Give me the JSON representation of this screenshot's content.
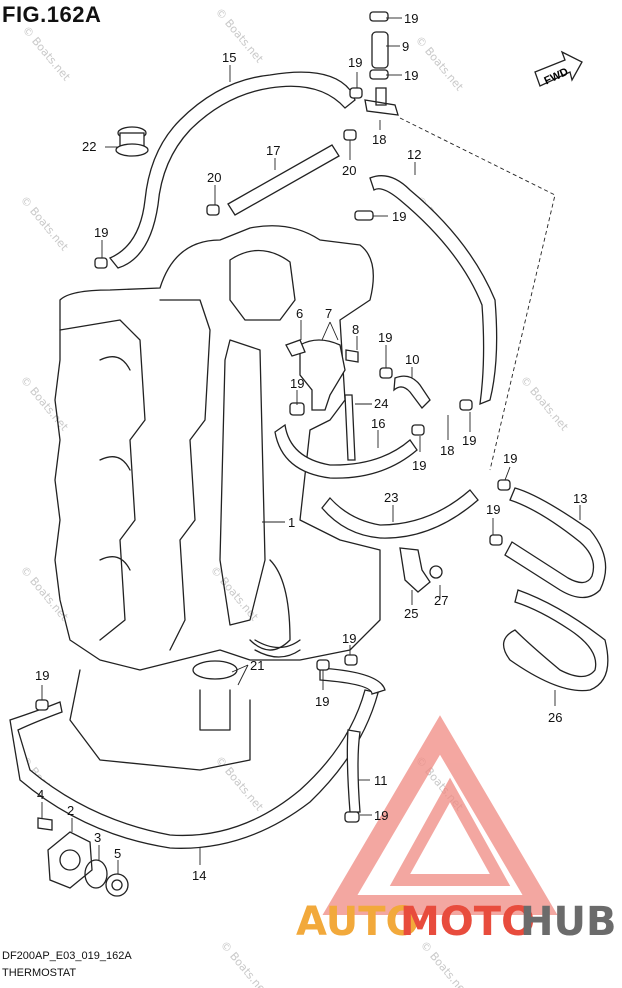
{
  "figure": {
    "title": "FIG.162A",
    "code": "DF200AP_E03_019_162A",
    "name": "THERMOSTAT",
    "direction_label": "FWD"
  },
  "watermark": {
    "text": "© Boats.net"
  },
  "brand": {
    "part1": "AUTO",
    "part2": "MOTO",
    "part3": "HUB",
    "colors": {
      "orange": "#f2a93b",
      "red": "#e84c3d",
      "gray": "#6b6b6b",
      "logo_triangle": "#f08a82"
    }
  },
  "callouts": {
    "c1": "1",
    "c2": "2",
    "c3": "3",
    "c4": "4",
    "c5": "5",
    "c6": "6",
    "c7": "7",
    "c8": "8",
    "c9": "9",
    "c10": "10",
    "c11": "11",
    "c12": "12",
    "c13": "13",
    "c14": "14",
    "c15": "15",
    "c16": "16",
    "c17": "17",
    "c18": "18",
    "c19": "19",
    "c20": "20",
    "c21": "21",
    "c22": "22",
    "c23": "23",
    "c24": "24",
    "c25": "25",
    "c26": "26",
    "c27": "27"
  }
}
